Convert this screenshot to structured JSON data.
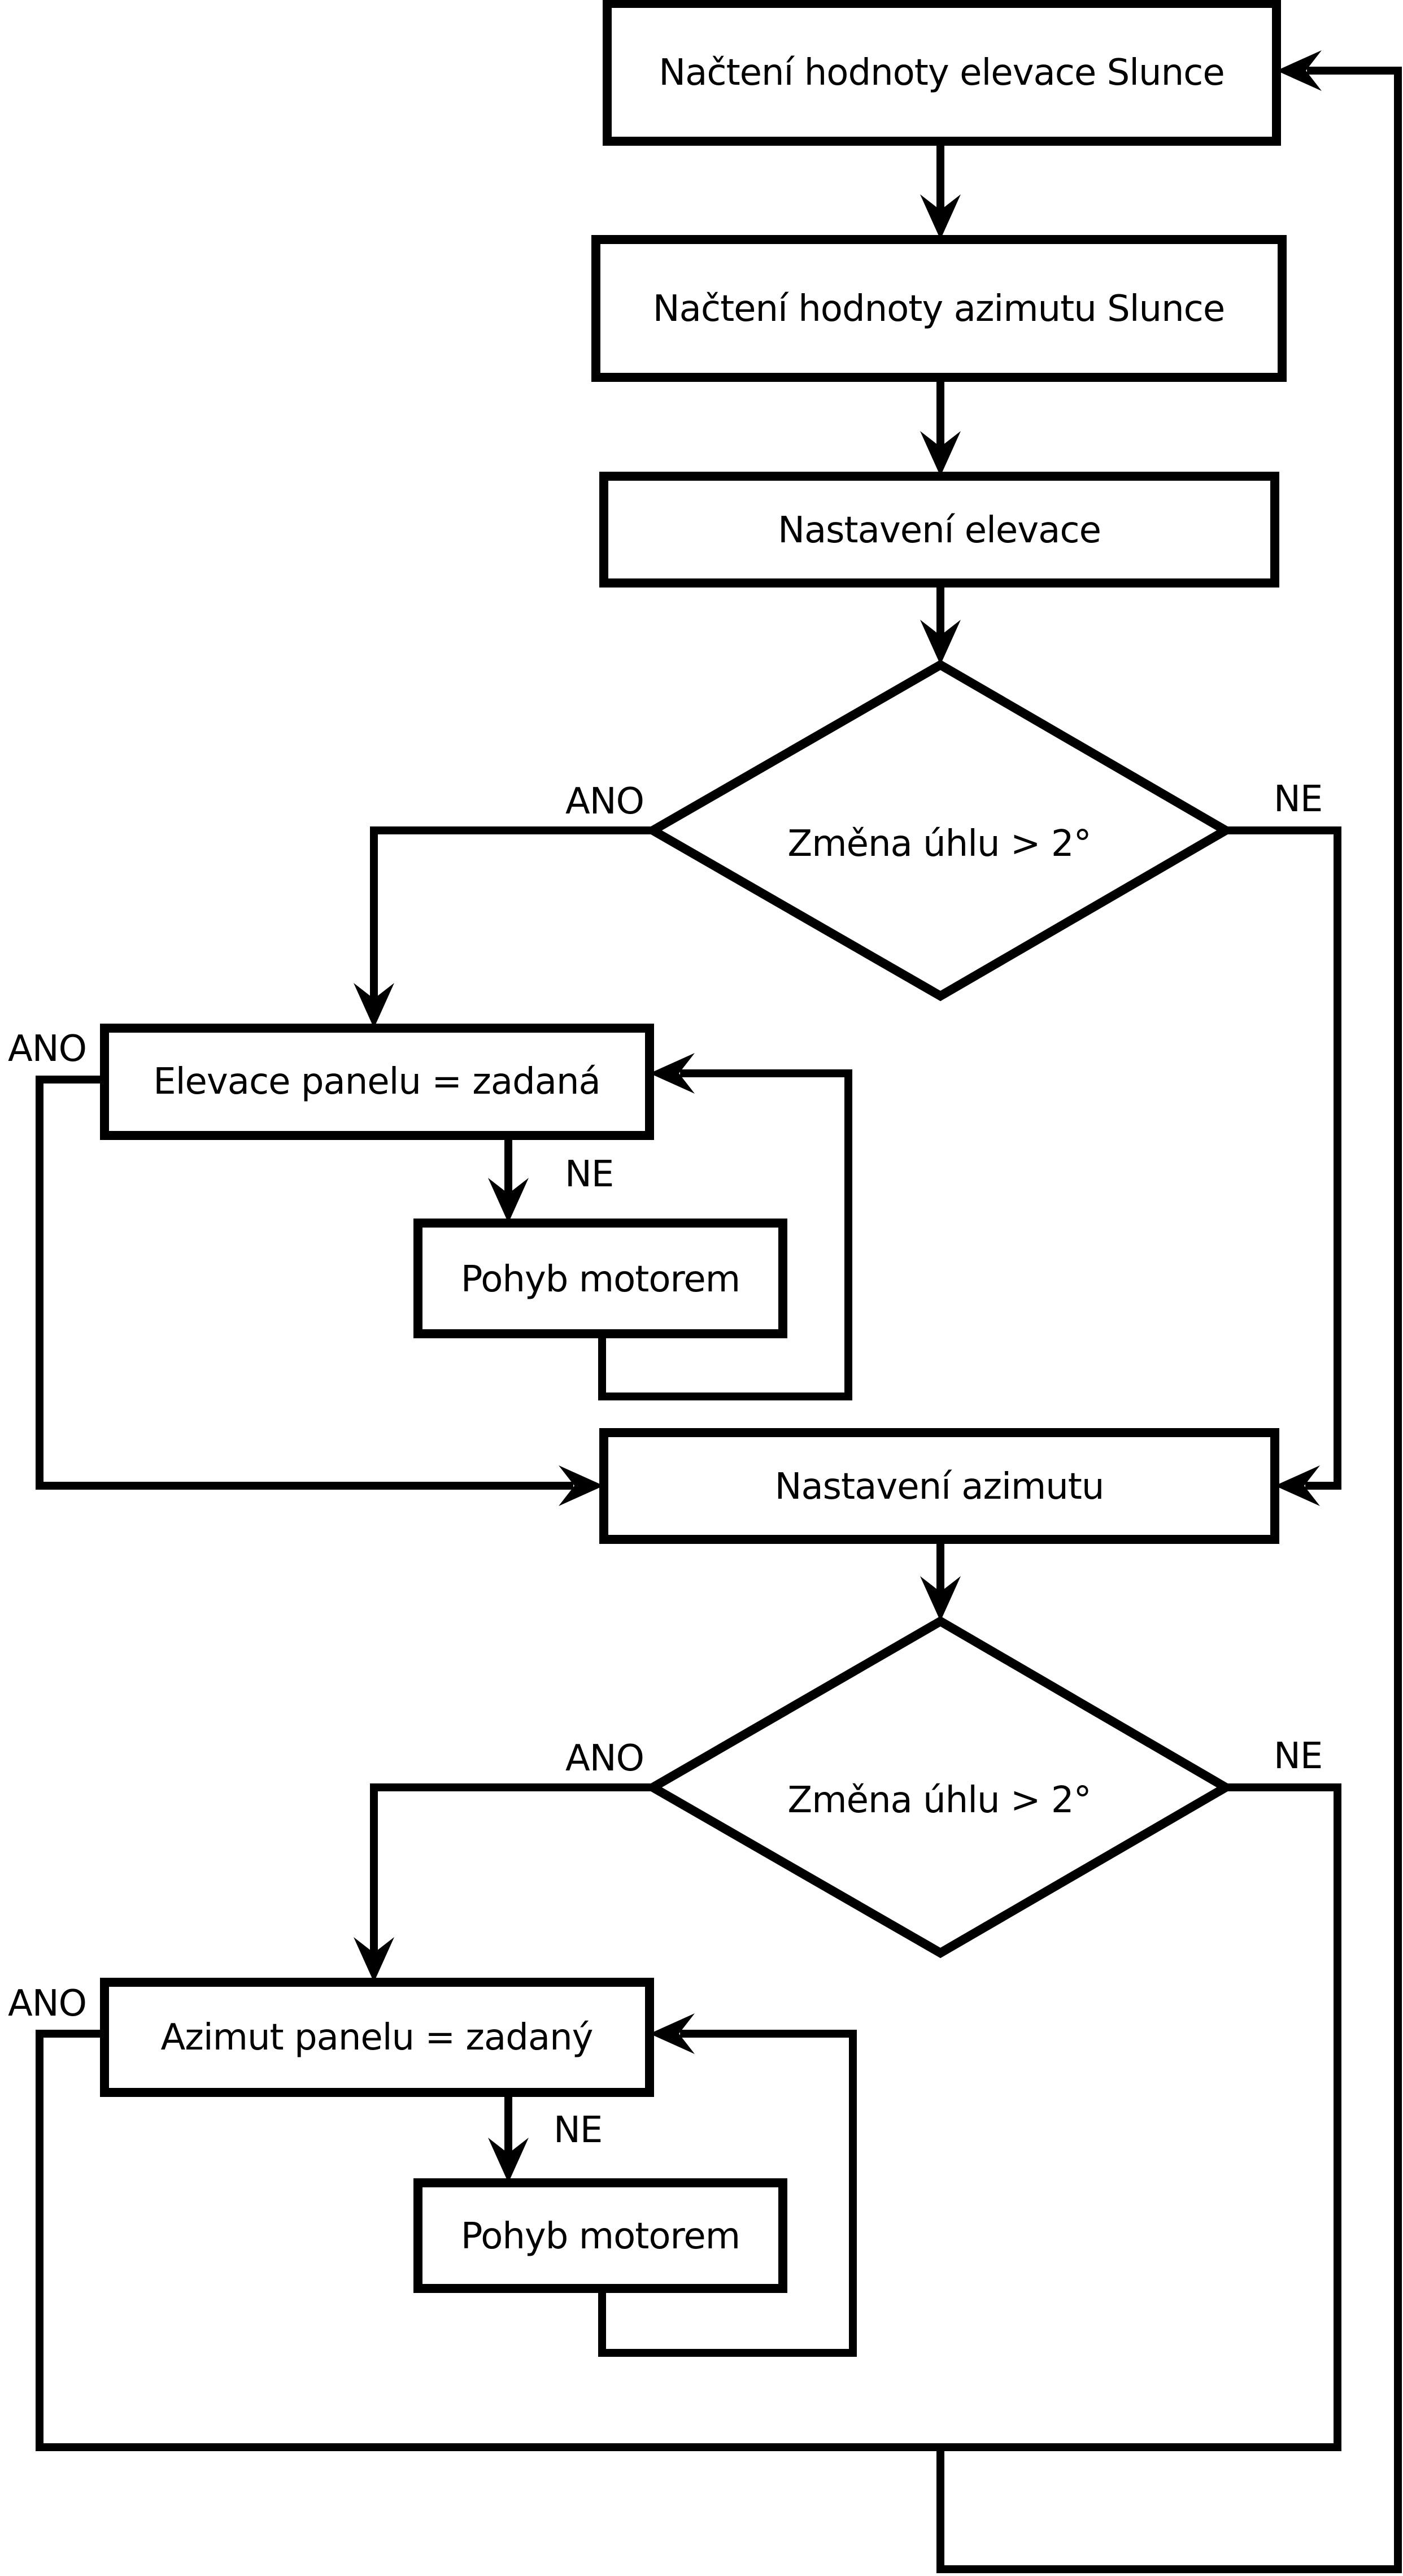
{
  "diagram": {
    "colors": {
      "stroke": "#000000",
      "node_fill": "#ffffff",
      "background": "#ffffff"
    },
    "nodes": {
      "load_elevation": {
        "label": "Načtení hodnoty elevace Slunce",
        "type": "process"
      },
      "load_azimuth": {
        "label": "Načtení hodnoty azimutu Slunce",
        "type": "process"
      },
      "set_elevation": {
        "label": "Nastavení elevace",
        "type": "process"
      },
      "decision_elevation": {
        "label": "Změna úhlu > 2°",
        "type": "decision"
      },
      "elevation_equal": {
        "label": "Elevace panelu = zadaná",
        "type": "process"
      },
      "motor_elevation": {
        "label": "Pohyb motorem",
        "type": "process"
      },
      "set_azimuth": {
        "label": "Nastavení azimutu",
        "type": "process"
      },
      "decision_azimuth": {
        "label": "Změna úhlu > 2°",
        "type": "decision"
      },
      "azimuth_equal": {
        "label": "Azimut panelu = zadaný",
        "type": "process"
      },
      "motor_azimuth": {
        "label": "Pohyb motorem",
        "type": "process"
      }
    },
    "branch_labels": {
      "decision_elevation_yes": "ANO",
      "decision_elevation_no": "NE",
      "elevation_equal_yes": "ANO",
      "elevation_equal_no": "NE",
      "decision_azimuth_yes": "ANO",
      "decision_azimuth_no": "NE",
      "azimuth_equal_yes": "ANO",
      "azimuth_equal_no": "NE"
    }
  }
}
